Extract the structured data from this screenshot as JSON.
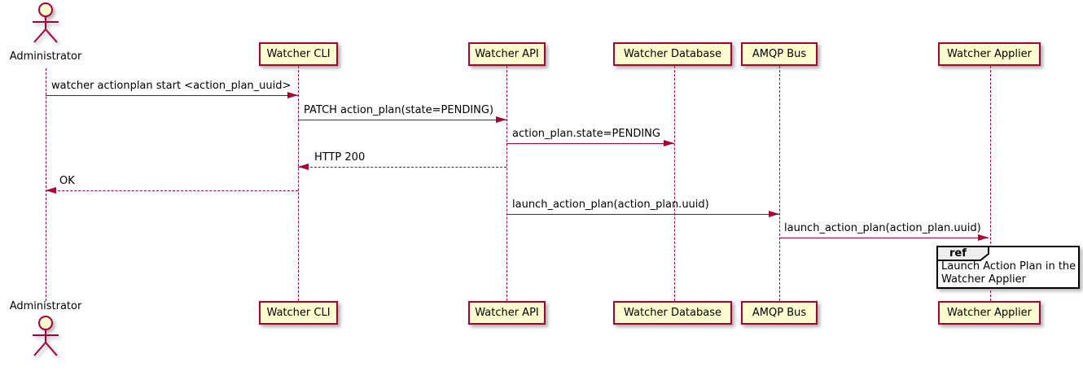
{
  "diagram_type": "sequence",
  "actor": {
    "name": "Administrator"
  },
  "participants": [
    {
      "id": "watcher-cli",
      "label": "Watcher CLI"
    },
    {
      "id": "watcher-api",
      "label": "Watcher API"
    },
    {
      "id": "watcher-database",
      "label": "Watcher Database"
    },
    {
      "id": "amqp-bus",
      "label": "AMQP Bus"
    },
    {
      "id": "watcher-applier",
      "label": "Watcher Applier"
    }
  ],
  "messages": [
    {
      "from": "Administrator",
      "to": "Watcher CLI",
      "text": "watcher actionplan start <action_plan_uuid>",
      "line": "solid",
      "direction": "right"
    },
    {
      "from": "Watcher CLI",
      "to": "Watcher API",
      "text": "PATCH action_plan(state=PENDING)",
      "line": "solid",
      "direction": "right"
    },
    {
      "from": "Watcher API",
      "to": "Watcher Database",
      "text": "action_plan.state=PENDING",
      "line": "solid",
      "direction": "right"
    },
    {
      "from": "Watcher API",
      "to": "Watcher CLI",
      "text": "HTTP 200",
      "line": "dotted",
      "direction": "left"
    },
    {
      "from": "Watcher CLI",
      "to": "Administrator",
      "text": "OK",
      "line": "dotted",
      "direction": "left"
    },
    {
      "from": "Watcher API",
      "to": "AMQP Bus",
      "text": "launch_action_plan(action_plan.uuid)",
      "line": "solid",
      "direction": "right"
    },
    {
      "from": "AMQP Bus",
      "to": "Watcher Applier",
      "text": "launch_action_plan(action_plan.uuid)",
      "line": "solid",
      "direction": "right"
    }
  ],
  "ref": {
    "keyword": "ref",
    "lines": [
      "Launch Action Plan in the",
      "Watcher Applier"
    ]
  },
  "colors": {
    "background": "#FFFFFF",
    "participant_fill": "#FEFECE",
    "participant_border": "#A80036",
    "line": "#A80036",
    "text": "#000000",
    "ref_border": "#000000",
    "ref_tab_fill": "#EEEEEE"
  }
}
